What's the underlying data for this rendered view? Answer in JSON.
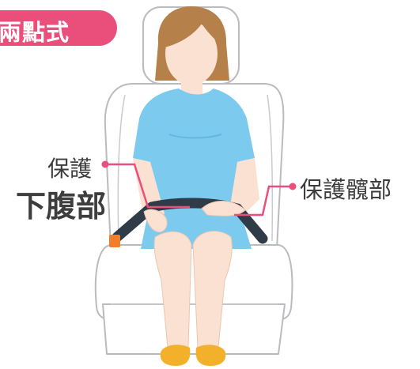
{
  "badge": {
    "label": "兩點式"
  },
  "callouts": {
    "left_small": "保護",
    "left_large": "下腹部",
    "right": "保護髖部"
  },
  "colors": {
    "accent": "#ea4f7c",
    "shirt": "#7ccbee",
    "skin": "#fae1d2",
    "hair": "#b5804a",
    "belt": "#2f3b47",
    "shoes": "#f3b02b",
    "seat_outline": "#b9bbbe"
  }
}
